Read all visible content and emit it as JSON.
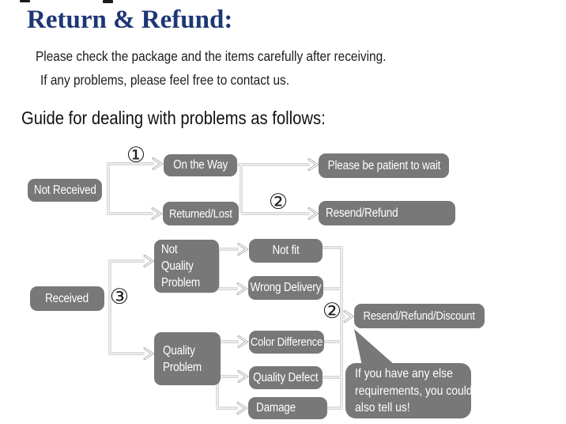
{
  "page": {
    "title": "Return & Refund:",
    "intro_line1": "Please check the package and the items carefully after receiving.",
    "intro_line2": "If any problems, please feel free to contact us.",
    "guide_heading": "Guide for dealing with problems as follows:"
  },
  "colors": {
    "bg": "#ffffff",
    "title_navy": "#1d3775",
    "ink": "#1b1b1b",
    "box_gray": "#787878",
    "box_text": "#ffffff",
    "line_gray": "#c9c9c9",
    "arrow_gray": "#b9b9b9"
  },
  "flow": {
    "nodes": {
      "not_received": "Not Received",
      "on_the_way": "On the Way",
      "returned_lost": "Returned/Lost",
      "patient_wait": "Please be patient to wait",
      "resend_refund": "Resend/Refund",
      "received": "Received",
      "not_quality_problem": "Not Quality Problem",
      "quality_problem": "Quality Problem",
      "not_fit": "Not fit",
      "wrong_delivery": "Wrong Delivery",
      "color_difference": "Color Difference",
      "quality_defect": "Quality Defect",
      "damage": "Damage",
      "resend_refund_discount": "Resend/Refund/Discount"
    },
    "markers": {
      "step1": "①",
      "step2_top": "②",
      "step3": "③",
      "step2_bottom": "②"
    },
    "bubble": {
      "line1": "If you have any else",
      "line2": "requirements, you could",
      "line3": "also tell us!"
    }
  }
}
